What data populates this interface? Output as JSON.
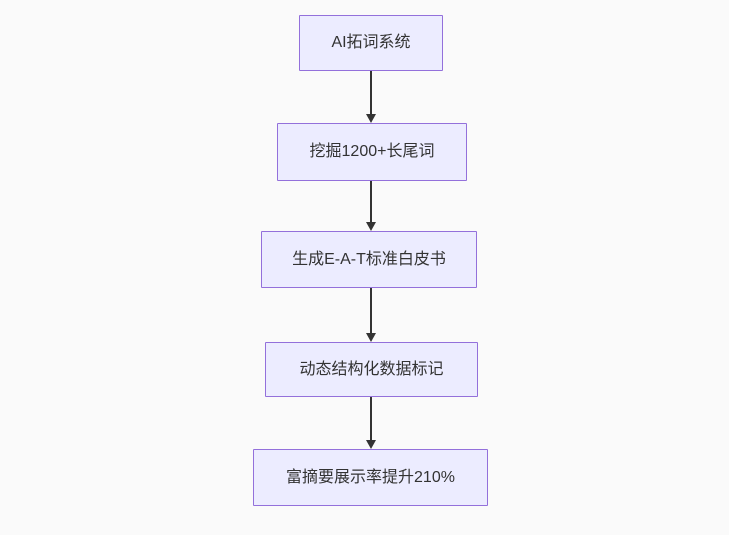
{
  "diagram": {
    "type": "flowchart",
    "direction": "top-down",
    "nodes": [
      {
        "id": "n1",
        "label": "AI拓词系统"
      },
      {
        "id": "n2",
        "label": "挖掘1200+长尾词"
      },
      {
        "id": "n3",
        "label": "生成E-A-T标准白皮书"
      },
      {
        "id": "n4",
        "label": "动态结构化数据标记"
      },
      {
        "id": "n5",
        "label": "富摘要展示率提升210%"
      }
    ],
    "edges": [
      {
        "from": "n1",
        "to": "n2"
      },
      {
        "from": "n2",
        "to": "n3"
      },
      {
        "from": "n3",
        "to": "n4"
      },
      {
        "from": "n4",
        "to": "n5"
      }
    ],
    "colors": {
      "node_fill": "#ECECFF",
      "node_border": "#9370DB",
      "node_text": "#333333",
      "arrow": "#333333",
      "background": "#FAFAFA"
    }
  }
}
